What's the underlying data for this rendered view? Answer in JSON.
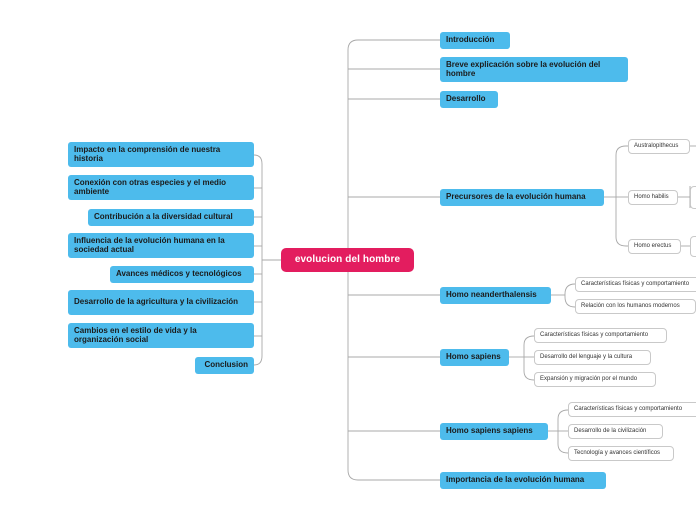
{
  "root": {
    "label": "evolucion del hombre"
  },
  "right_topics": [
    {
      "label": "Introducción"
    },
    {
      "label": "Breve explicación sobre la evolución del hombre"
    },
    {
      "label": "Desarrollo"
    },
    {
      "label": "Precursores de la evolución humana"
    },
    {
      "label": "Homo neanderthalensis"
    },
    {
      "label": "Homo sapiens"
    },
    {
      "label": "Homo sapiens sapiens"
    },
    {
      "label": "Importancia de la evolución humana"
    }
  ],
  "left_topics": [
    {
      "label": "Impacto en la comprensión de nuestra historia"
    },
    {
      "label": "Conexión con otras especies y el medio ambiente"
    },
    {
      "label": "Contribución a la diversidad cultural"
    },
    {
      "label": "Influencia de la evolución humana en la sociedad actual"
    },
    {
      "label": "Avances médicos y tecnológicos"
    },
    {
      "label": "Desarrollo de la agricultura y la civilización"
    },
    {
      "label": "Cambios en el estilo de vida y la organización social"
    },
    {
      "label": "Conclusion"
    }
  ],
  "precursores_subtopics": [
    {
      "label": "Australopithecus"
    },
    {
      "label": "Homo habilis"
    },
    {
      "label": "Homo erectus"
    }
  ],
  "neanderthalensis_subtopics": [
    {
      "label": "Características físicas y comportamiento"
    },
    {
      "label": "Relación con los humanos modernos"
    }
  ],
  "sapiens_subtopics": [
    {
      "label": "Características físicas y comportamiento"
    },
    {
      "label": "Desarrollo del lenguaje y la cultura"
    },
    {
      "label": "Expansión y migración por el mundo"
    }
  ],
  "sapiens_sapiens_subtopics": [
    {
      "label": "Características físicas y comportamiento"
    },
    {
      "label": "Desarrollo de la civilización"
    },
    {
      "label": "Tecnología y avances científicos"
    }
  ],
  "colors": {
    "root": "#e31d5f",
    "topic": "#4dbbec",
    "subtopic_border": "#c9c9c9",
    "connector": "#a9a9a9"
  }
}
